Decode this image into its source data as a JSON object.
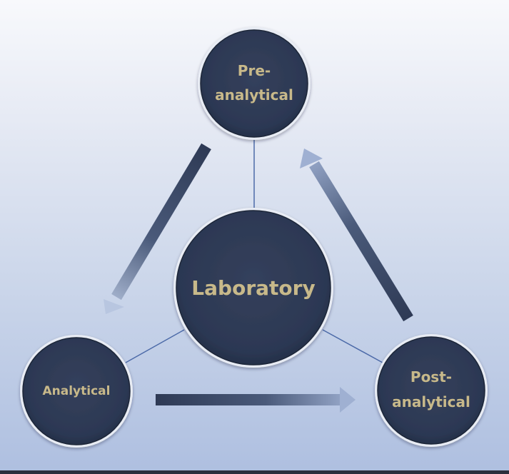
{
  "diagram": {
    "center": {
      "label": "Laboratory"
    },
    "nodes": {
      "pre": {
        "line1": "Pre-",
        "line2": "analytical"
      },
      "analytical": {
        "label": "Analytical"
      },
      "post": {
        "line1": "Post-",
        "line2": "analytical"
      }
    }
  },
  "colors": {
    "node_fill": "#2e3a55",
    "node_stroke": "#e8ecf4",
    "text": "#c8b98a",
    "connector": "#4c6aa8",
    "arrow_dark": "#2e3a55",
    "arrow_light": "#b4c2de"
  }
}
